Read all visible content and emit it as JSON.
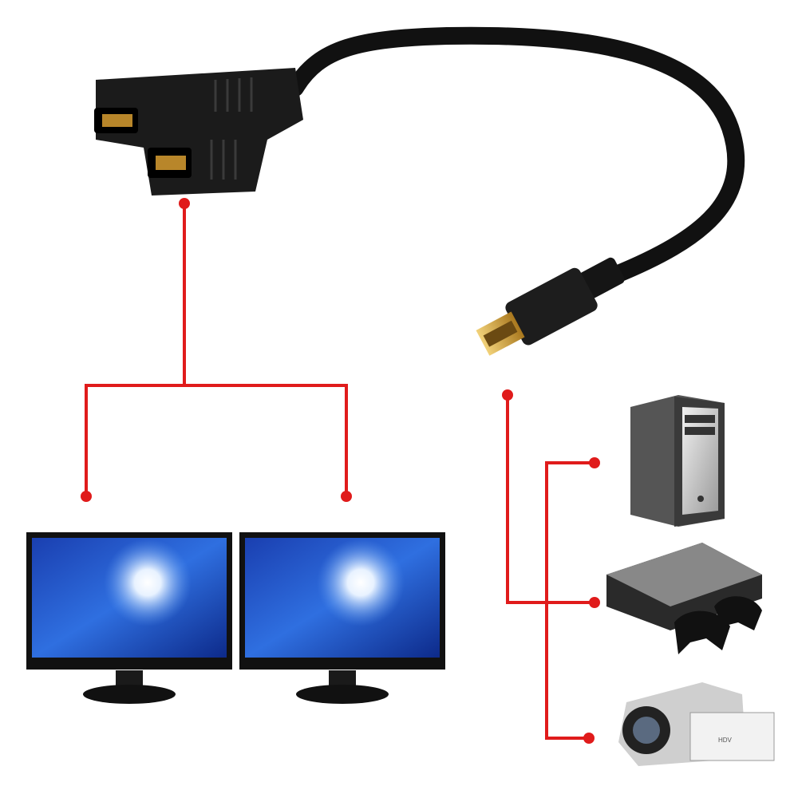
{
  "diagram": {
    "connector_color": "#e01b1b",
    "cable_color": "#111111",
    "plug_tip_color": "#d4a437",
    "components": [
      {
        "id": "splitter",
        "icon": "hdmi-female-dual-splitter"
      },
      {
        "id": "plug",
        "icon": "hdmi-male-plug"
      },
      {
        "id": "monitor-left",
        "icon": "monitor"
      },
      {
        "id": "monitor-right",
        "icon": "monitor"
      },
      {
        "id": "pc",
        "icon": "desktop-tower"
      },
      {
        "id": "console",
        "icon": "game-console-with-controllers"
      },
      {
        "id": "camcorder",
        "icon": "camcorder"
      }
    ],
    "camcorder_logo": "HDV"
  }
}
